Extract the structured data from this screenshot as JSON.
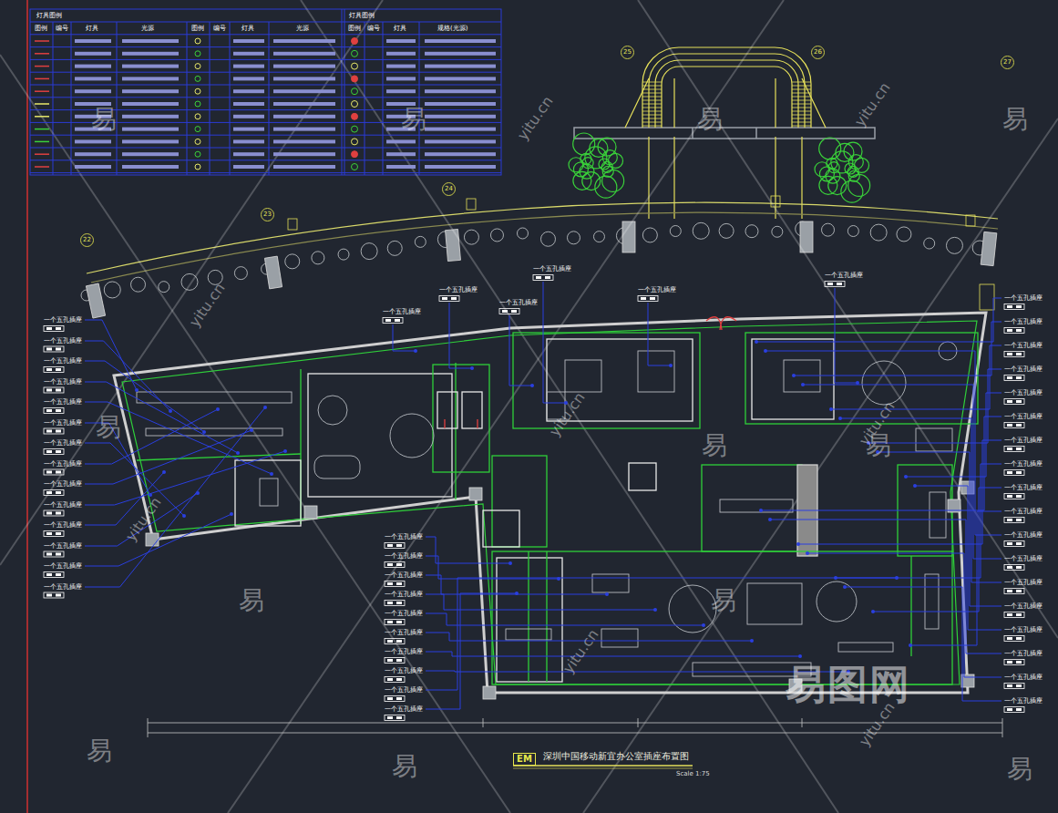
{
  "diagram": {
    "title": "深圳中国移动新宜办公室插座布置图",
    "caption": "Scale 1:75",
    "nodes": [
      {
        "text": [
          "25"
        ]
      },
      {
        "text": [
          "26"
        ]
      },
      {
        "text": [
          "27"
        ]
      },
      {
        "text": [
          "24"
        ]
      },
      {
        "text": [
          "23"
        ]
      },
      {
        "text": [
          "22"
        ]
      },
      {
        "text": [
          "EM"
        ]
      }
    ],
    "edges": [],
    "labels": [
      "灯具图例",
      "图例",
      "编号",
      "灯具",
      "光源",
      "图例",
      "编号",
      "灯具",
      "光源",
      "灯具图例",
      "图例",
      "编号",
      "灯具",
      "规格(光源)",
      "一个五孔插座",
      "一个五孔插座",
      "一个五孔插座",
      "一个五孔插座",
      "一个五孔插座",
      "一个五孔插座",
      "一个五孔插座",
      "一个五孔插座",
      "一个五孔插座",
      "一个五孔插座",
      "一个五孔插座",
      "一个五孔插座",
      "一个五孔插座",
      "一个五孔插座",
      "一个五孔插座",
      "一个五孔插座",
      "一个五孔插座",
      "一个五孔插座",
      "一个五孔插座",
      "一个五孔插座",
      "一个五孔插座",
      "一个五孔插座",
      "一个五孔插座",
      "一个五孔插座",
      "一个五孔插座",
      "一个五孔插座",
      "一个五孔插座",
      "一个五孔插座",
      "一个五孔插座",
      "一个五孔插座",
      "一个五孔插座",
      "一个五孔插座",
      "一个五孔插座",
      "一个五孔插座",
      "一个五孔插座",
      "一个五孔插座",
      "一个五孔插座",
      "一个五孔插座",
      "一个五孔插座",
      "一个五孔插座",
      "一个五孔插座",
      "一个五孔插座",
      "一个五孔插座",
      "一个五孔插座",
      "一个五孔插座",
      "一个五孔插座",
      "一个五孔插座",
      "一个五孔插座",
      "易",
      "易",
      "易",
      "易",
      "易",
      "易",
      "易",
      "易",
      "易",
      "易",
      "易",
      "易",
      "yitu.cn",
      "yitu.cn",
      "yitu.cn",
      "yitu.cn",
      "yitu.cn",
      "yitu.cn",
      "yitu.cn",
      "yitu.cn",
      "易图网"
    ]
  }
}
